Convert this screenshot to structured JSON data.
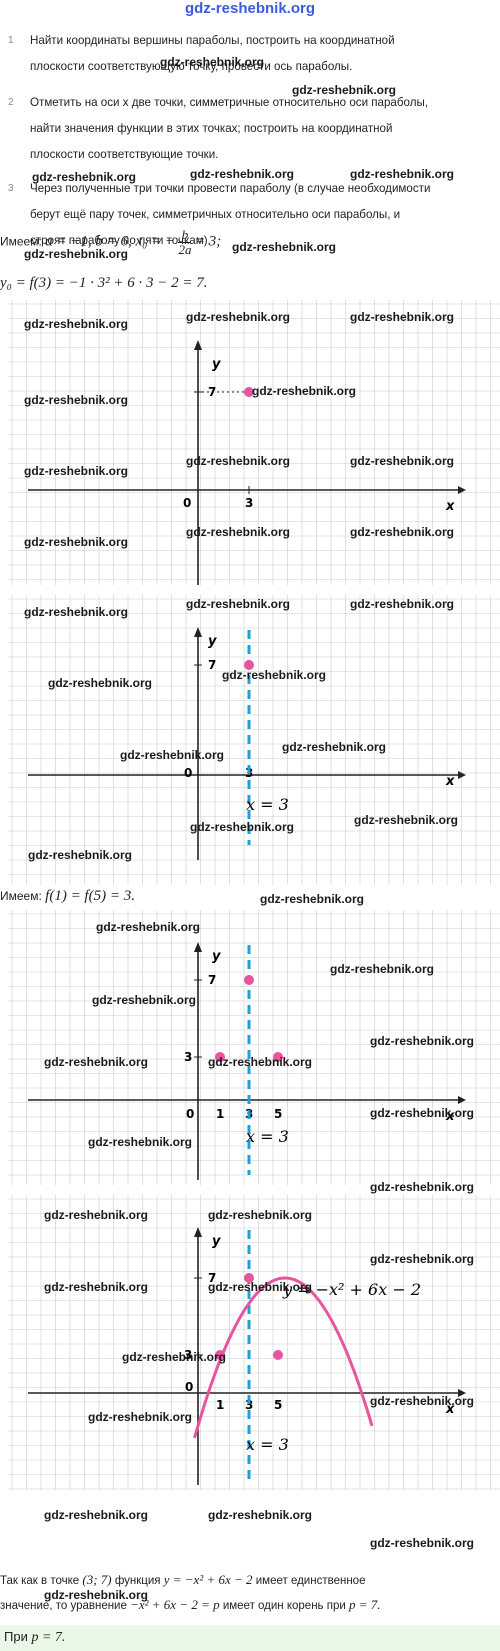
{
  "site": "gdz-reshebnik.org",
  "watermark": "gdz-reshebnik.org",
  "steps": [
    {
      "num": "1",
      "lines": [
        "Найти координаты вершины параболы, построить на координатной",
        "плоскости соответствующую точку, провести ось параболы."
      ]
    },
    {
      "num": "2",
      "lines": [
        "Отметить на оси x две точки, симметричные относительно оси параболы,",
        "найти значения функции в этих точках; построить на координатной",
        "плоскости соответствующие точки."
      ]
    },
    {
      "num": "3",
      "lines": [
        "Через полученные три точки провести параболу (в случае необходимости",
        "берут ещё пару точек, симметричных относительно оси параболы, и",
        "строят параболу по пяти точкам)."
      ]
    }
  ],
  "have1_label": "Имеем:",
  "have1_math": "a = −1, b = 6, x₀ = −",
  "have1_frac_num": "b",
  "have1_frac_den": "2a",
  "have1_tail": "= 3;",
  "y0_line": "y₀ = f(3) = −1 · 3² + 6 · 3 − 2 = 7.",
  "have2_label": "Имеем:",
  "have2_math": "f(1) = f(5) = 3.",
  "axis": {
    "x": "x",
    "y": "y",
    "origin": "0"
  },
  "ticks": {
    "t1": "1",
    "t3": "3",
    "t5": "5",
    "y3": "3",
    "y7": "7"
  },
  "axis_eq": "x = 3",
  "parabola_eq": "y = −x² + 6x − 2",
  "conclusion_1a": "Так как в точке",
  "conclusion_1m": "(3; 7)",
  "conclusion_1b": "функция",
  "conclusion_1f": "y = −x² + 6x − 2",
  "conclusion_1c": "имеет единственное",
  "conclusion_2a": "значение, то уравнение",
  "conclusion_2m": "−x² + 6x − 2 = p",
  "conclusion_2b": "имеет один корень при",
  "conclusion_2p": "p = 7.",
  "answer_label": "При",
  "answer_math": "p = 7.",
  "colors": {
    "grid": "#c8cbd3",
    "axis": "#222222",
    "point": "#e8559f",
    "dashed": "#1ea0d6",
    "answer_bg": "#eaf8e8"
  }
}
